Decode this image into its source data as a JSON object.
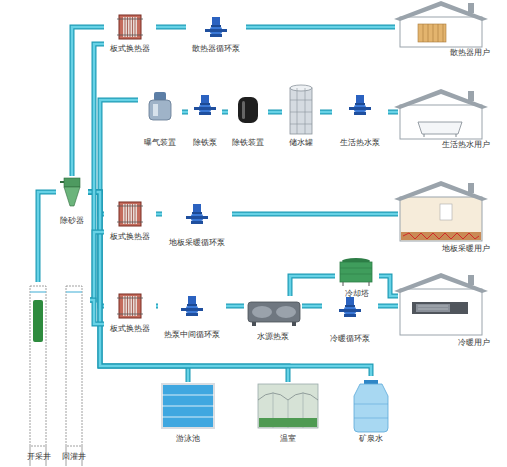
{
  "diagram": {
    "nodes": [
      {
        "text": [
          "板式换热器"
        ]
      },
      {
        "text": [
          "散热器循环泵"
        ]
      },
      {
        "text": [
          "散热器用户"
        ]
      },
      {
        "text": [
          "曝气装置"
        ]
      },
      {
        "text": [
          "除铁泵"
        ]
      },
      {
        "text": [
          "除铁装置"
        ]
      },
      {
        "text": [
          "储水罐"
        ]
      },
      {
        "text": [
          "生活热水泵"
        ]
      },
      {
        "text": [
          "生活热水用户"
        ]
      },
      {
        "text": [
          "除砂器"
        ]
      },
      {
        "text": [
          "板式换热器"
        ]
      },
      {
        "text": [
          "地板采暖循环泵"
        ]
      },
      {
        "text": [
          "地板采暖用户"
        ]
      },
      {
        "text": [
          "冷却塔"
        ]
      },
      {
        "text": [
          "板式换热器"
        ]
      },
      {
        "text": [
          "热泵中间循环泵"
        ]
      },
      {
        "text": [
          "水源热泵"
        ]
      },
      {
        "text": [
          "冷暖循环泵"
        ]
      },
      {
        "text": [
          "冷暖用户"
        ]
      },
      {
        "text": [
          "开采井"
        ]
      },
      {
        "text": [
          "回灌井"
        ]
      },
      {
        "text": [
          "游泳池"
        ]
      },
      {
        "text": [
          "温室"
        ]
      },
      {
        "text": [
          "矿泉水"
        ]
      }
    ],
    "edges": [
      {
        "from": 19,
        "to": 9,
        "arrow": "none"
      },
      {
        "from": 9,
        "to": 0,
        "arrow": "none"
      },
      {
        "from": 9,
        "to": 3,
        "arrow": "none"
      },
      {
        "from": 9,
        "to": 10,
        "arrow": "none"
      },
      {
        "from": 9,
        "to": 14,
        "arrow": "none"
      },
      {
        "from": 9,
        "to": 21,
        "arrow": "none"
      },
      {
        "from": 9,
        "to": 22,
        "arrow": "none"
      },
      {
        "from": 9,
        "to": 23,
        "arrow": "none"
      },
      {
        "from": 0,
        "to": 20,
        "arrow": "none"
      },
      {
        "from": 10,
        "to": 20,
        "arrow": "none"
      },
      {
        "from": 14,
        "to": 20,
        "arrow": "none"
      },
      {
        "from": 0,
        "to": 1,
        "arrow": "none"
      },
      {
        "from": 1,
        "to": 2,
        "arrow": "none"
      },
      {
        "from": 3,
        "to": 4,
        "arrow": "none"
      },
      {
        "from": 4,
        "to": 5,
        "arrow": "none"
      },
      {
        "from": 5,
        "to": 6,
        "arrow": "none"
      },
      {
        "from": 6,
        "to": 7,
        "arrow": "none"
      },
      {
        "from": 7,
        "to": 8,
        "arrow": "none"
      },
      {
        "from": 10,
        "to": 11,
        "arrow": "none"
      },
      {
        "from": 11,
        "to": 12,
        "arrow": "none"
      },
      {
        "from": 14,
        "to": 15,
        "arrow": "none"
      },
      {
        "from": 15,
        "to": 16,
        "arrow": "none"
      },
      {
        "from": 16,
        "to": 17,
        "arrow": "none"
      },
      {
        "from": 17,
        "to": 18,
        "arrow": "none"
      },
      {
        "from": 16,
        "to": 13,
        "arrow": "none"
      },
      {
        "from": 13,
        "to": 18,
        "arrow": "none"
      }
    ]
  }
}
